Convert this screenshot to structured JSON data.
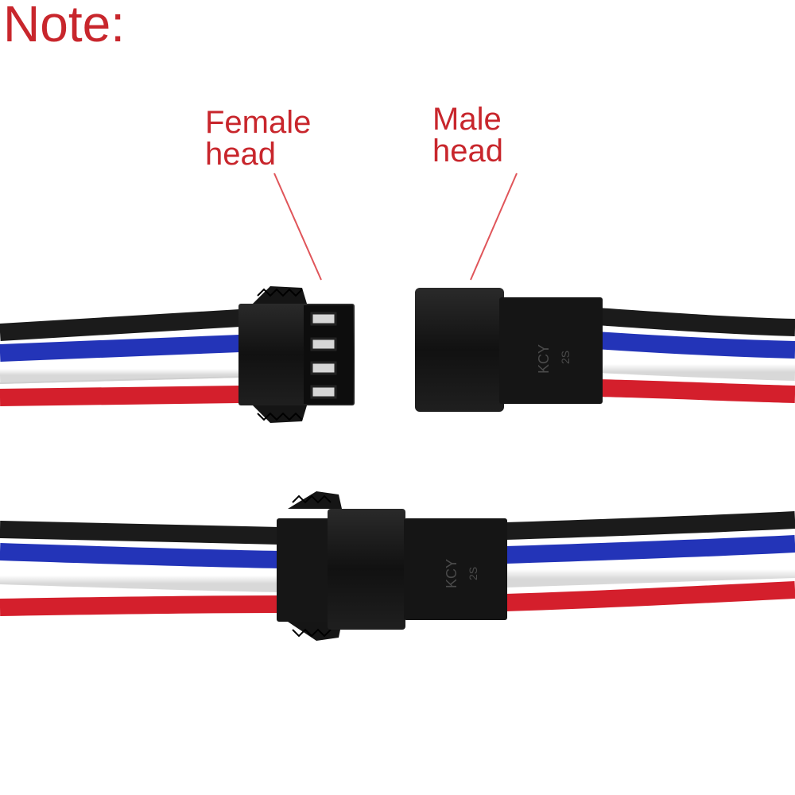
{
  "note": "Note:",
  "labels": {
    "female": [
      "Female",
      "head"
    ],
    "male": [
      "Male",
      "head"
    ]
  },
  "housing_text": {
    "brand": "KCY",
    "code": "2S"
  },
  "colors": {
    "label_red": "#c8262c",
    "wire_black": "#1b1b1b",
    "wire_blue": "#2334b8",
    "wire_white": "#eeeeee",
    "wire_red": "#d41f2c",
    "housing": "#141414"
  }
}
